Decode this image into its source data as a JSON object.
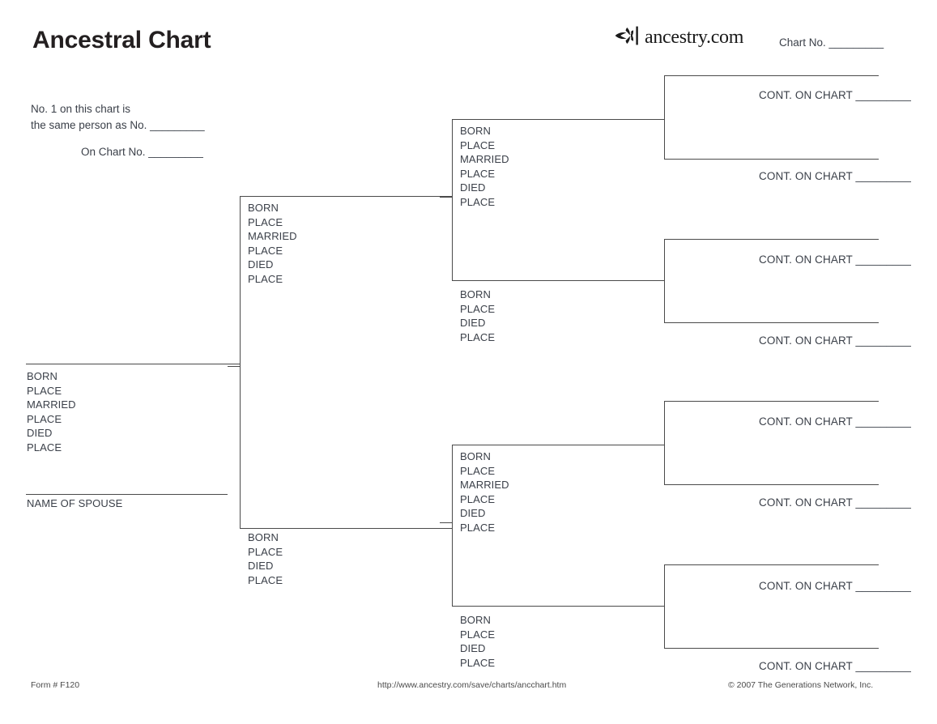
{
  "header": {
    "title": "Ancestral Chart",
    "brand_icon": "ancestry-leaf-icon",
    "brand_name": "ancestry.com",
    "chart_no_label": "Chart No. _________"
  },
  "note": {
    "line1": "No. 1 on this chart is",
    "line2": "the same person as No. _________",
    "line3": "On Chart No. _________"
  },
  "labels": {
    "born": "BORN",
    "place": "PLACE",
    "married": "MARRIED",
    "died": "DIED",
    "name_of_spouse": "NAME OF SPOUSE",
    "cont_on_chart": "CONT. ON CHART _________"
  },
  "chart_data": {
    "type": "diagram",
    "title": "Ancestral Chart",
    "generations": 4,
    "persons": [
      {
        "id": 1,
        "generation": 1,
        "fields": [
          "BORN",
          "PLACE",
          "MARRIED",
          "PLACE",
          "DIED",
          "PLACE"
        ],
        "extra_field": "NAME OF SPOUSE"
      },
      {
        "id": 2,
        "generation": 2,
        "role": "father",
        "fields": [
          "BORN",
          "PLACE",
          "MARRIED",
          "PLACE",
          "DIED",
          "PLACE"
        ]
      },
      {
        "id": 3,
        "generation": 2,
        "role": "mother",
        "fields": [
          "BORN",
          "PLACE",
          "DIED",
          "PLACE"
        ]
      },
      {
        "id": 4,
        "generation": 3,
        "role": "father",
        "fields": [
          "BORN",
          "PLACE",
          "MARRIED",
          "PLACE",
          "DIED",
          "PLACE"
        ]
      },
      {
        "id": 5,
        "generation": 3,
        "role": "mother",
        "fields": [
          "BORN",
          "PLACE",
          "DIED",
          "PLACE"
        ]
      },
      {
        "id": 6,
        "generation": 3,
        "role": "father",
        "fields": [
          "BORN",
          "PLACE",
          "MARRIED",
          "PLACE",
          "DIED",
          "PLACE"
        ]
      },
      {
        "id": 7,
        "generation": 3,
        "role": "mother",
        "fields": [
          "BORN",
          "PLACE",
          "DIED",
          "PLACE"
        ]
      },
      {
        "id": 8,
        "generation": 4,
        "cont_label": "CONT. ON CHART _________"
      },
      {
        "id": 9,
        "generation": 4,
        "cont_label": "CONT. ON CHART _________"
      },
      {
        "id": 10,
        "generation": 4,
        "cont_label": "CONT. ON CHART _________"
      },
      {
        "id": 11,
        "generation": 4,
        "cont_label": "CONT. ON CHART _________"
      },
      {
        "id": 12,
        "generation": 4,
        "cont_label": "CONT. ON CHART _________"
      },
      {
        "id": 13,
        "generation": 4,
        "cont_label": "CONT. ON CHART _________"
      },
      {
        "id": 14,
        "generation": 4,
        "cont_label": "CONT. ON CHART _________"
      },
      {
        "id": 15,
        "generation": 4,
        "cont_label": "CONT. ON CHART _________"
      }
    ]
  },
  "footer": {
    "form_number": "Form # F120",
    "url": "http://www.ancestry.com/save/charts/ancchart.htm",
    "copyright": "© 2007 The Generations Network, Inc."
  },
  "colors": {
    "ink": "#3b4049",
    "rule": "#4a4a4a",
    "title": "#231f20",
    "background": "#ffffff"
  }
}
